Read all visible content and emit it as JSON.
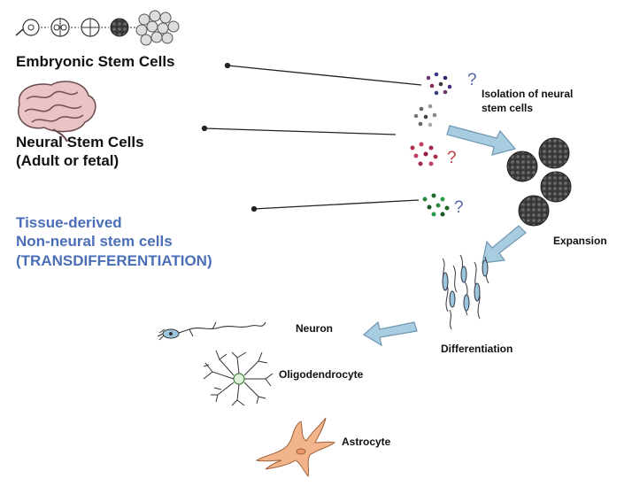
{
  "sources": {
    "embryonic": "Embryonic Stem Cells",
    "neural_line1": "Neural Stem Cells",
    "neural_line2": "(Adult or fetal)",
    "tissue_line1": "Tissue-derived",
    "tissue_line2": "Non-neural stem cells",
    "tissue_line3": "(TRANSDIFFERENTIATION)"
  },
  "steps": {
    "isolation_line1": "Isolation of neural",
    "isolation_line2": "stem cells",
    "expansion": "Expansion",
    "differentiation": "Differentiation"
  },
  "cell_types": {
    "neuron": "Neuron",
    "oligodendrocyte": "Oligodendrocyte",
    "astrocyte": "Astrocyte"
  },
  "question_mark": "?",
  "colors": {
    "text": "#111111",
    "tissue_text": "#4a6fb8",
    "question_mark": "#5566aa",
    "question_mark_red": "#c04040",
    "arrow_fill": "#a8cde0",
    "arrow_stroke": "#6f97b3",
    "astrocyte": "#f2b48a",
    "neurosphere": "#3a3a3a",
    "brain": "#d8a3a6"
  }
}
